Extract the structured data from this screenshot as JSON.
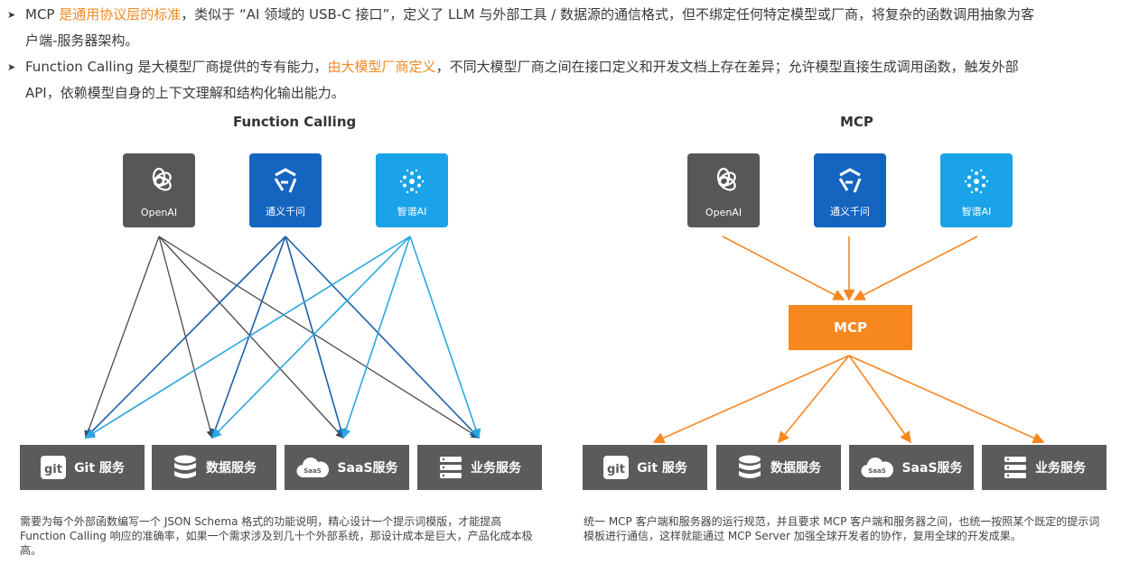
{
  "bullets": {
    "b1": {
      "p1": "MCP ",
      "hl": "是通用协议层的标准",
      "p2": "，类似于 “AI 领域的 USB-C 接口”，定义了 LLM 与外部工具 / 数据源的通信格式，但不绑定任何特定模型或厂商，将复杂的函数调用抽象为客",
      "line2": "户端-服务器架构。"
    },
    "b2": {
      "p1": "Function Calling 是大模型厂商提供的专有能力，",
      "hl": "由大模型厂商定义",
      "p2": "，不同大模型厂商之间在接口定义和开发文档上存在差异；允许模型直接生成调用函数，触发外部",
      "line2": "API，依赖模型自身的上下文理解和结构化输出能力。"
    }
  },
  "left": {
    "title": "Function Calling",
    "models": [
      {
        "label": "OpenAI",
        "icon": "openai-logo-icon"
      },
      {
        "label": "通义千问",
        "icon": "tongyi-logo-icon"
      },
      {
        "label": "智谱AI",
        "icon": "zhipu-logo-icon"
      }
    ],
    "services": [
      {
        "label": "Git 服务",
        "icon": "git-icon",
        "icon_text": "git"
      },
      {
        "label": "数据服务",
        "icon": "database-icon"
      },
      {
        "label": "SaaS服务",
        "icon": "cloud-icon",
        "icon_text": "SaaS"
      },
      {
        "label": "业务服务",
        "icon": "server-icon"
      }
    ],
    "note": "需要为每个外部函数编写一个 JSON Schema 格式的功能说明，精心设计一个提示词模版，才能提高 Function Calling 响应的准确率，如果一个需求涉及到几十个外部系统，那设计成本是巨大，产品化成本极高。"
  },
  "right": {
    "title": "MCP",
    "models": [
      {
        "label": "OpenAI",
        "icon": "openai-logo-icon"
      },
      {
        "label": "通义千问",
        "icon": "tongyi-logo-icon"
      },
      {
        "label": "智谱AI",
        "icon": "zhipu-logo-icon"
      }
    ],
    "hub": "MCP",
    "services": [
      {
        "label": "Git 服务",
        "icon": "git-icon",
        "icon_text": "git"
      },
      {
        "label": "数据服务",
        "icon": "database-icon"
      },
      {
        "label": "SaaS服务",
        "icon": "cloud-icon",
        "icon_text": "SaaS"
      },
      {
        "label": "业务服务",
        "icon": "server-icon"
      }
    ],
    "note": "统一 MCP 客户端和服务器的运行规范，并且要求 MCP 客户端和服务器之间，也统一按照某个既定的提示词模板进行通信，这样就能通过 MCP Server 加强全球开发者的协作，复用全球的开发成果。"
  },
  "colors": {
    "openai": "#555759",
    "tongyi": "#1565c0",
    "zhipu": "#1aa3e8",
    "service": "#5a5b5c",
    "mcp_accent": "#f7871f",
    "highlight": "#f08a24"
  }
}
